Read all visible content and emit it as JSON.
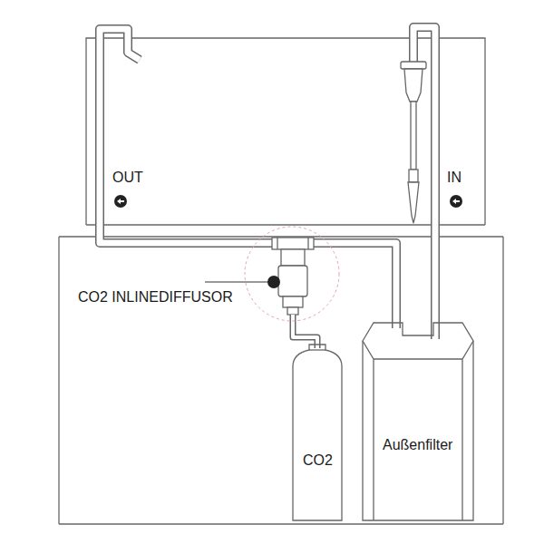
{
  "diagram": {
    "nodes": [
      {
        "text": [
          "CO2"
        ]
      },
      {
        "text": [
          "Außenfilter"
        ]
      }
    ],
    "labels": [
      "OUT",
      "IN",
      "CO2 INLINEDIFFUSOR"
    ]
  }
}
